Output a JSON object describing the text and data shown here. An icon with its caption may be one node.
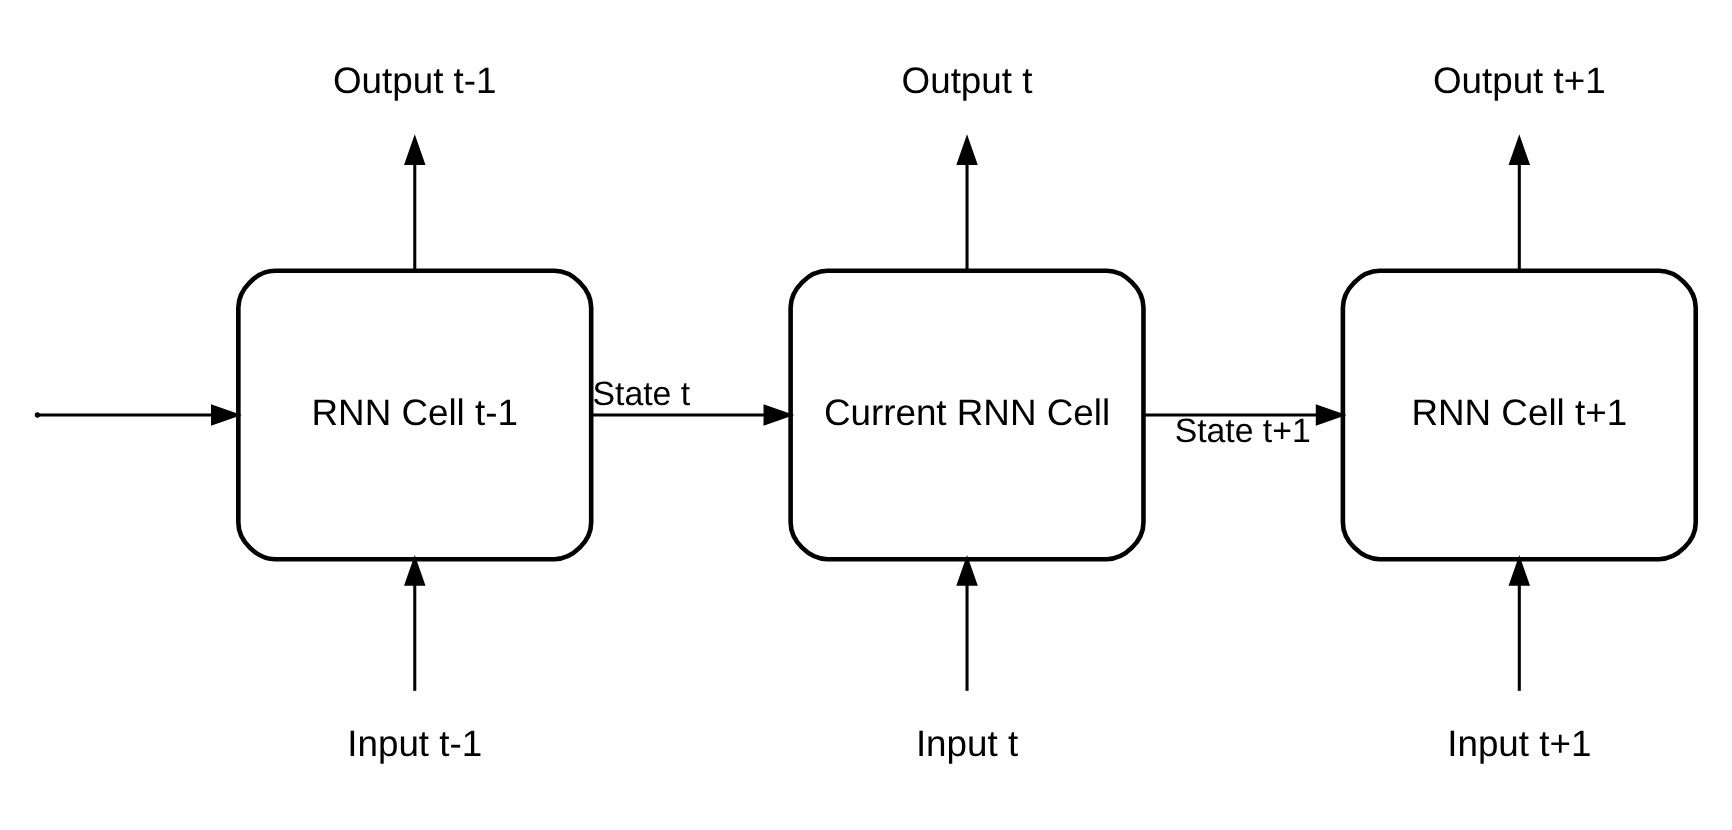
{
  "diagram": {
    "nodes": [
      {
        "text": [
          "Output t-1"
        ]
      },
      {
        "text": [
          "Output t"
        ]
      },
      {
        "text": [
          "Output t+1"
        ]
      },
      {
        "text": [
          "RNN Cell t-1"
        ]
      },
      {
        "text": [
          "Current RNN Cell"
        ]
      },
      {
        "text": [
          "RNN Cell t+1"
        ]
      },
      {
        "text": [
          "Input t-1"
        ]
      },
      {
        "text": [
          "Input t"
        ]
      },
      {
        "text": [
          "Input t+1"
        ]
      }
    ],
    "edges": [
      {
        "from": null,
        "to": 3,
        "arrow": "to"
      },
      {
        "from": 3,
        "to": 0,
        "arrow": "to"
      },
      {
        "from": 4,
        "to": 1,
        "arrow": "to"
      },
      {
        "from": 5,
        "to": 2,
        "arrow": "to"
      },
      {
        "from": 3,
        "to": 4,
        "arrow": "to",
        "label": "State t"
      },
      {
        "from": 4,
        "to": 5,
        "arrow": "to",
        "label": "State t+1"
      },
      {
        "from": 6,
        "to": 3,
        "arrow": "to"
      },
      {
        "from": 7,
        "to": 4,
        "arrow": "to"
      },
      {
        "from": 8,
        "to": 5,
        "arrow": "to"
      }
    ]
  }
}
